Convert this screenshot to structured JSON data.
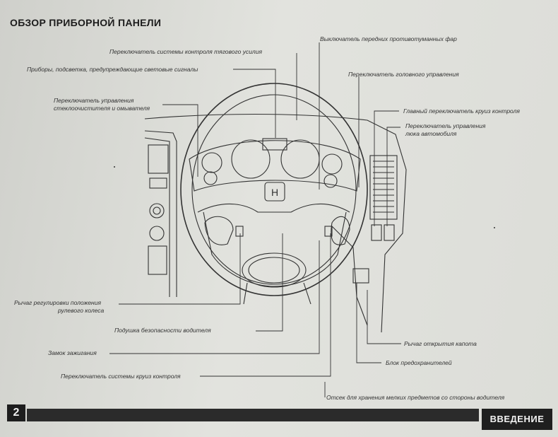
{
  "header": {
    "title": "ОБЗОР ПРИБОРНОЙ ПАНЕЛИ"
  },
  "labels": {
    "traction": "Переключатель системы контроля тягового усилия",
    "fog": "Выключатель передних противотуманных фар",
    "gauges": "Приборы, подсветка, предупреждающие световые сигналы",
    "headlight": "Переключатель головного управления",
    "wiper_1": "Переключатель управления",
    "wiper_2": "стеклоочистителя и омывателя",
    "cruise_main": "Главный переключатель круиз контроля",
    "sunroof_1": "Переключатель управления",
    "sunroof_2": "люка автомобиля",
    "steering_lever_1": "Рычаг регулировки положения",
    "steering_lever_2": "рулевого колеса",
    "airbag": "Подушка безопасности водителя",
    "hood": "Рычаг открытия капота",
    "ignition": "Замок зажигания",
    "fuse": "Блок предохранителей",
    "cruise_switch": "Переключатель системы круиз контроля",
    "storage": "Отсек для хранения мелких предметов со стороны водителя"
  },
  "footer": {
    "page_number": "2",
    "section": "ВВЕДЕНИЕ"
  }
}
